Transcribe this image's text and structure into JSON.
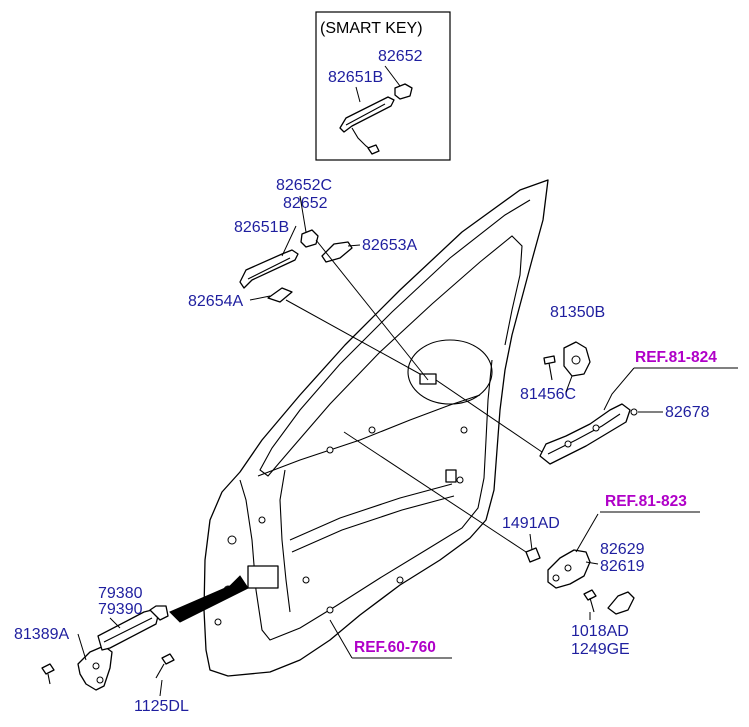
{
  "smart_key_box": {
    "title": "(SMART KEY)",
    "labels": [
      "82652",
      "82651B"
    ]
  },
  "part_labels": {
    "p82652C": "82652C",
    "p82652": "82652",
    "p82651B": "82651B",
    "p82653A": "82653A",
    "p82654A": "82654A",
    "p81350B": "81350B",
    "p81456C": "81456C",
    "p82678": "82678",
    "p1491AD": "1491AD",
    "p82629": "82629",
    "p82619": "82619",
    "p1018AD": "1018AD",
    "p1249GE": "1249GE",
    "p79380": "79380",
    "p79390": "79390",
    "p81389A": "81389A",
    "p1125DL": "1125DL"
  },
  "references": {
    "ref_81_824": "REF.81-824",
    "ref_81_823": "REF.81-823",
    "ref_60_760": "REF.60-760"
  },
  "colors": {
    "label": "#1f1f9f",
    "reference": "#b000c8",
    "line": "#000000"
  }
}
